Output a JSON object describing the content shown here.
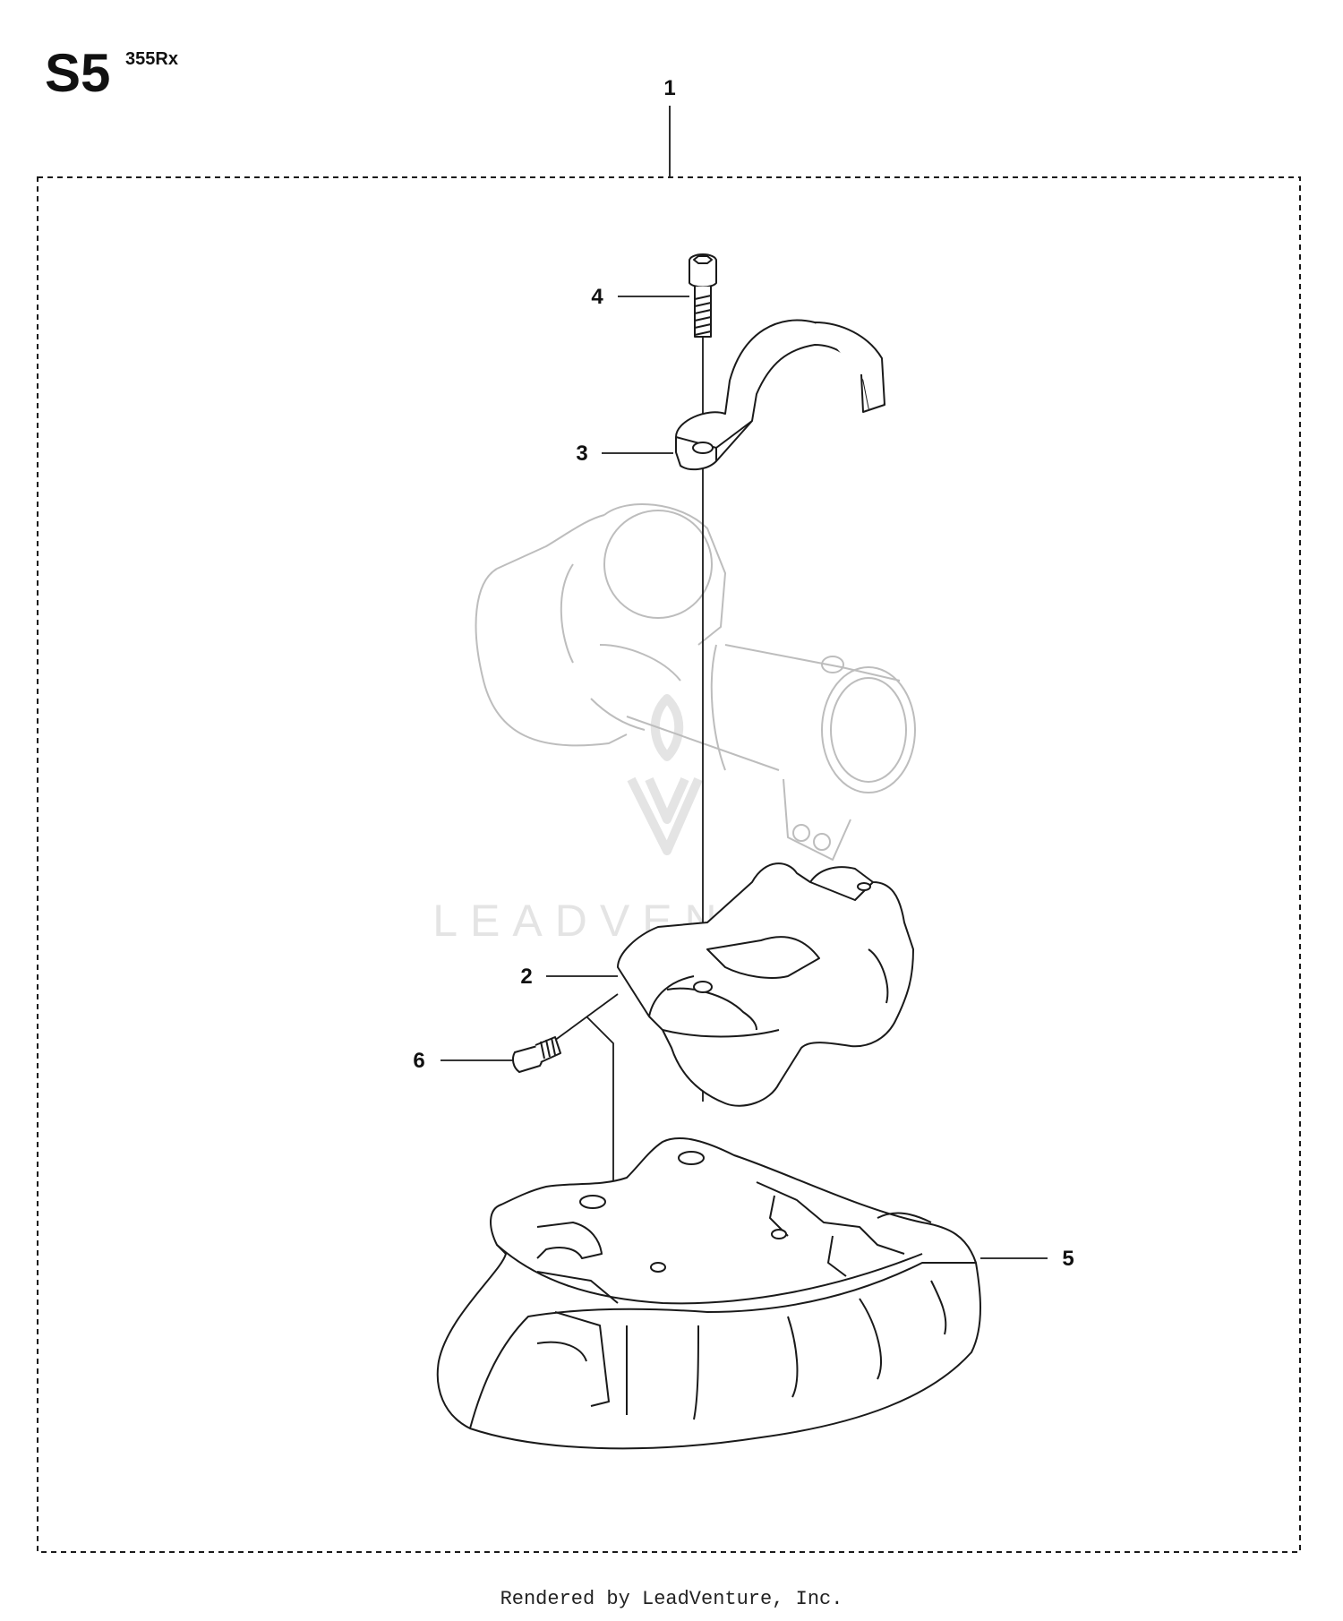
{
  "header": {
    "section_code": "S5",
    "model": "355Rx"
  },
  "callouts": {
    "c1": "1",
    "c2": "2",
    "c3": "3",
    "c4": "4",
    "c5": "5",
    "c6": "6"
  },
  "watermark": {
    "text": "LEADVENTURE"
  },
  "footer": {
    "text": "Rendered by LeadVenture, Inc."
  },
  "colors": {
    "line": "#1a1a1a",
    "ghost": "#bdbdbd",
    "watermark": "#e4e4e4"
  }
}
